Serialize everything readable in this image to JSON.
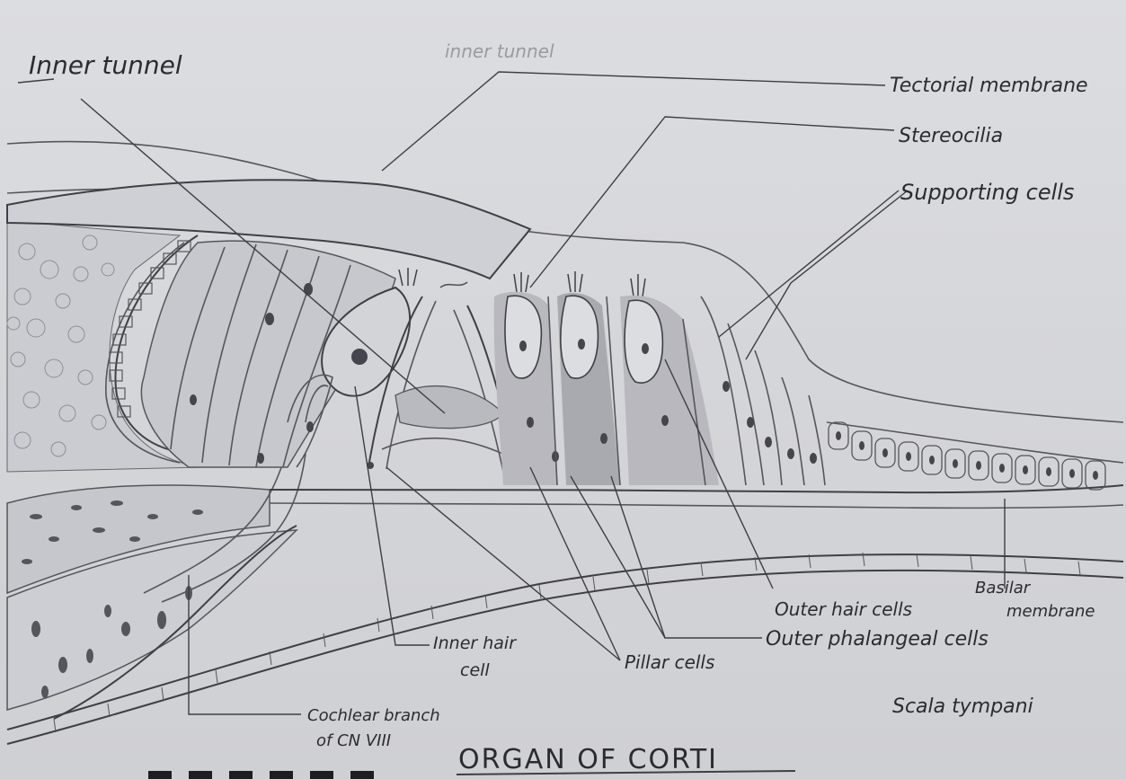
{
  "labels": {
    "inner_tunnel": "Inner tunnel",
    "faint_text": "inner tunnel",
    "tectorial_membrane": "Tectorial membrane",
    "stereocilia": "Stereocilia",
    "supporting_cells": "Supporting cells",
    "outer_hair_cells": "Outer hair cells",
    "basilar_membrane_1": "Basilar",
    "basilar_membrane_2": "membrane",
    "outer_phalangeal_cells": "Outer phalangeal cells",
    "inner_hair_cell_1": "Inner hair",
    "inner_hair_cell_2": "cell",
    "pillar_cells": "Pillar cells",
    "scala_tympani": "Scala tympani",
    "cochlear_branch_1": "Cochlear branch",
    "cochlear_branch_2": "of CN VIII",
    "title": "ORGAN OF CORTI"
  },
  "colors": {
    "paper": "#d6d7db",
    "pencil": "#3d3d44",
    "shading": "#b8b8be"
  }
}
